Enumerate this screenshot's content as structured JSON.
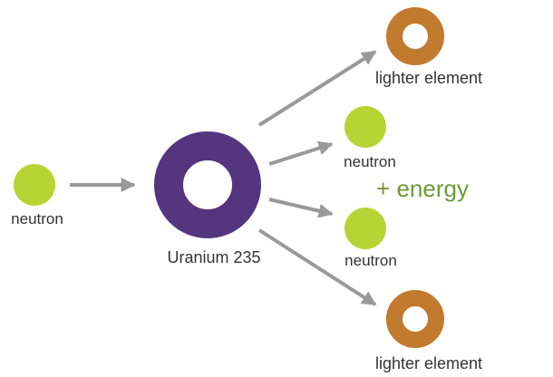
{
  "colors": {
    "neutron": "#B8D334",
    "uranium": "#55357E",
    "lighter_element": "#C17A2E",
    "arrow": "#999999",
    "energy_text": "#6E9A37",
    "label_text": "#333333"
  },
  "labels": {
    "incoming_neutron": "neutron",
    "uranium": "Uranium 235",
    "lighter_element_top": "lighter element",
    "neutron_top": "neutron",
    "energy": "+ energy",
    "neutron_bottom": "neutron",
    "lighter_element_bottom": "lighter element"
  }
}
